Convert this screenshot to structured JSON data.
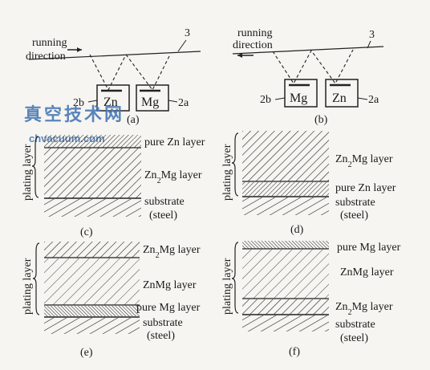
{
  "watermark": {
    "chinese": "真空技术网",
    "url": "chvacuum.com"
  },
  "apparatus": [
    {
      "id": "a",
      "caption": "(a)",
      "running_label_1": "running",
      "running_label_2": "direction",
      "roll_number": "3",
      "left_bath": {
        "metal": "Zn",
        "tag": "2b"
      },
      "right_bath": {
        "metal": "Mg",
        "tag": "2a"
      }
    },
    {
      "id": "b",
      "caption": "(b)",
      "running_label_1": "running",
      "running_label_2": "direction",
      "roll_number": "3",
      "left_bath": {
        "metal": "Mg",
        "tag": "2b"
      },
      "right_bath": {
        "metal": "Zn",
        "tag": "2a"
      }
    }
  ],
  "plating_layer_label": "plating layer",
  "panels": [
    {
      "id": "c",
      "caption": "(c)",
      "layers": [
        "pure Zn layer",
        "Zn2Mg layer"
      ],
      "substrate": [
        "substrate",
        "(steel)"
      ]
    },
    {
      "id": "d",
      "caption": "(d)",
      "layers": [
        "Zn2Mg layer",
        "pure Zn layer"
      ],
      "substrate": [
        "substrate",
        "(steel)"
      ]
    },
    {
      "id": "e",
      "caption": "(e)",
      "layers": [
        "Zn2Mg layer",
        "ZnMg layer",
        "pure Mg layer"
      ],
      "substrate": [
        "substrate",
        "(steel)"
      ]
    },
    {
      "id": "f",
      "caption": "(f)",
      "layers": [
        "pure Mg layer",
        "ZnMg layer",
        "Zn2Mg layer"
      ],
      "substrate": [
        "substrate",
        "(steel)"
      ]
    }
  ]
}
